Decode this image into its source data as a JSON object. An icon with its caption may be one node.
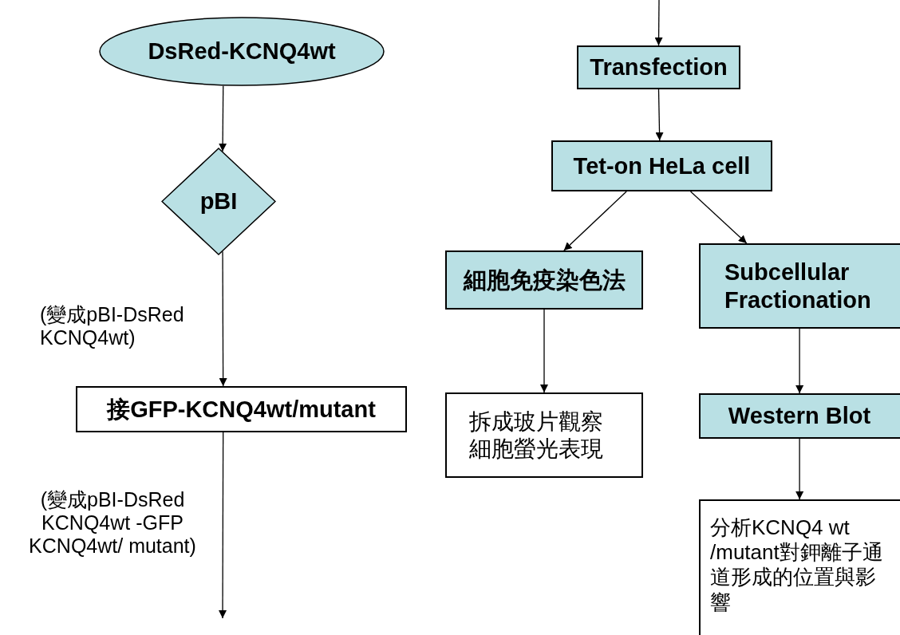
{
  "diagram": {
    "nodes": [
      {
        "text": [
          "DsRed-KCNQ4wt"
        ]
      },
      {
        "text": [
          "pBI"
        ]
      },
      {
        "text": [
          "接GFP-KCNQ4wt/mutant"
        ]
      },
      {
        "text": [
          "Transfection"
        ]
      },
      {
        "text": [
          "Tet-on HeLa cell"
        ]
      },
      {
        "text": [
          "細胞免疫染色法"
        ]
      },
      {
        "text": [
          "Subcellular Fractionation"
        ]
      },
      {
        "text": [
          "拆成玻片觀察細胞螢光表現"
        ]
      },
      {
        "text": [
          "Western Blot"
        ]
      },
      {
        "text": [
          "分析KCNQ4 wt /mutant對鉀離子通道形成的位置與影響"
        ]
      }
    ],
    "edges": [
      {
        "from": 0,
        "to": 1,
        "arrow": "to"
      },
      {
        "from": 1,
        "to": 2,
        "arrow": "to",
        "label": "(變成pBI-DsRed KCNQ4wt)"
      },
      {
        "from": 2,
        "to": null,
        "arrow": "to",
        "label": "(變成pBI-DsRed KCNQ4wt -GFP KCNQ4wt/ mutant)"
      },
      {
        "from": null,
        "to": 3,
        "arrow": "to"
      },
      {
        "from": 3,
        "to": 4,
        "arrow": "to"
      },
      {
        "from": 4,
        "to": 5,
        "arrow": "to"
      },
      {
        "from": 4,
        "to": 6,
        "arrow": "to"
      },
      {
        "from": 5,
        "to": 7,
        "arrow": "to"
      },
      {
        "from": 6,
        "to": 8,
        "arrow": "to"
      },
      {
        "from": 8,
        "to": 9,
        "arrow": "to"
      }
    ]
  }
}
